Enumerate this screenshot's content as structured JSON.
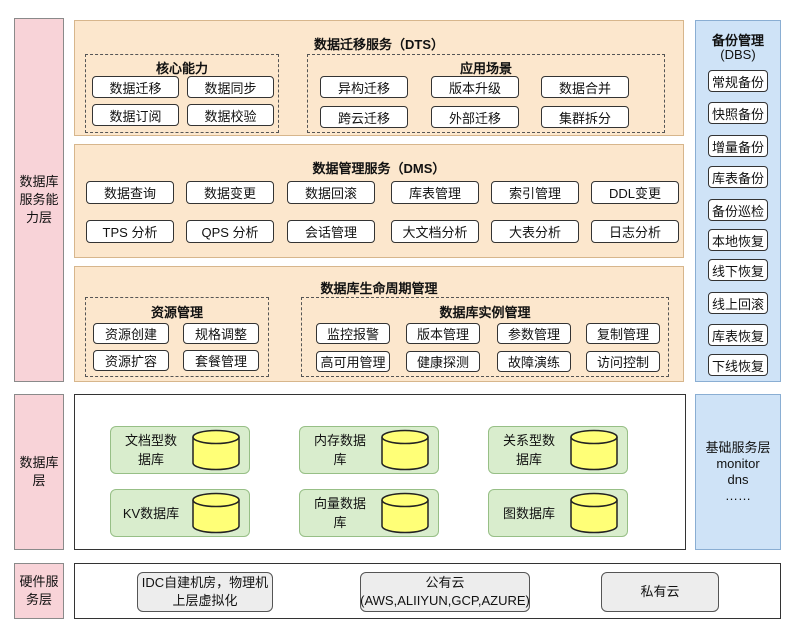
{
  "side_labels": {
    "capability": [
      "数据库",
      "服务能",
      "力层"
    ],
    "database": [
      "数据库",
      "层"
    ],
    "hardware": [
      "硬件服",
      "务层"
    ]
  },
  "dts": {
    "title": "数据迁移服务（DTS）",
    "core": {
      "title": "核心能力",
      "items": [
        "数据迁移",
        "数据同步",
        "数据订阅",
        "数据校验"
      ]
    },
    "scenes": {
      "title": "应用场景",
      "items": [
        "异构迁移",
        "版本升级",
        "数据合并",
        "跨云迁移",
        "外部迁移",
        "集群拆分"
      ]
    }
  },
  "dms": {
    "title": "数据管理服务（DMS）",
    "items": [
      "数据查询",
      "数据变更",
      "数据回滚",
      "库表管理",
      "索引管理",
      "DDL变更",
      "TPS 分析",
      "QPS 分析",
      "会话管理",
      "大文档分析",
      "大表分析",
      "日志分析"
    ]
  },
  "lifecycle": {
    "title": "数据库生命周期管理",
    "resources": {
      "title": "资源管理",
      "items": [
        "资源创建",
        "规格调整",
        "资源扩容",
        "套餐管理"
      ]
    },
    "instances": {
      "title": "数据库实例管理",
      "items": [
        "监控报警",
        "版本管理",
        "参数管理",
        "复制管理",
        "高可用管理",
        "健康探测",
        "故障演练",
        "访问控制"
      ]
    }
  },
  "dbs": {
    "title": "备份管理",
    "subtitle": "(DBS)",
    "items": [
      "常规备份",
      "快照备份",
      "增量备份",
      "库表备份",
      "备份巡检",
      "本地恢复",
      "线下恢复",
      "线上回滚",
      "库表恢复",
      "下线恢复"
    ]
  },
  "databases": [
    {
      "lines": [
        "文档型数",
        "据库"
      ]
    },
    {
      "lines": [
        "内存数据",
        "库"
      ]
    },
    {
      "lines": [
        "关系型数",
        "据库"
      ]
    },
    {
      "lines": [
        "KV数据库"
      ]
    },
    {
      "lines": [
        "向量数据",
        "库"
      ]
    },
    {
      "lines": [
        "图数据库"
      ]
    }
  ],
  "base_services": {
    "lines": [
      "基础服务层",
      "monitor",
      "dns",
      "……"
    ]
  },
  "hardware": [
    {
      "lines": [
        "IDC自建机房，物理机",
        "上层虚拟化"
      ]
    },
    {
      "lines": [
        "公有云",
        "(AWS,ALIIYUN,GCP,AZURE)"
      ]
    },
    {
      "lines": [
        "私有云"
      ]
    }
  ],
  "colors": {
    "side_label_bg": "#f8d3d8",
    "service_panel_bg": "#fce7cd",
    "backup_panel_bg": "#cfe3f7",
    "database_box_bg": "#d9edcd",
    "cylinder_fill": "#ffff77",
    "hardware_box_bg": "#ededed"
  }
}
